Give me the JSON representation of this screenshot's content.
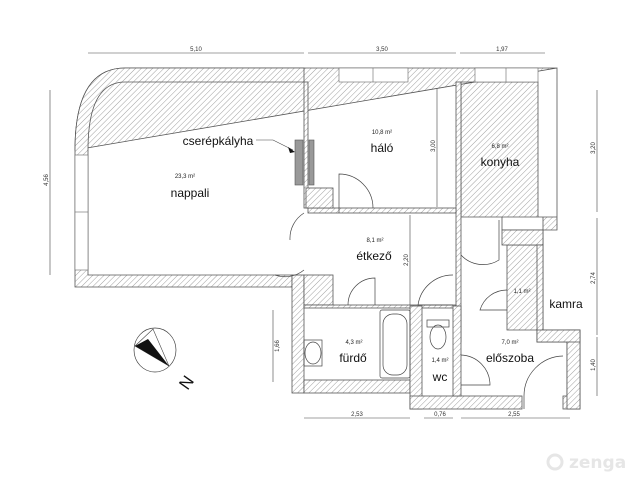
{
  "dimensions": {
    "top": [
      "5,10",
      "3,50",
      "1,97"
    ],
    "left": "4,56",
    "right": [
      "3,20",
      "2,74",
      "1,40"
    ],
    "bottom": [
      "2,53",
      "0,76",
      "2,55"
    ],
    "inner_halo_height": "3,00",
    "inner_etkezo_height": "2,20",
    "furdo_height": "1,66"
  },
  "rooms": [
    {
      "name": "nappali",
      "area": "23,3 m²"
    },
    {
      "name": "háló",
      "area": "10,8 m²"
    },
    {
      "name": "konyha",
      "area": "6,8 m²"
    },
    {
      "name": "étkező",
      "area": "8,1 m²"
    },
    {
      "name": "kamra",
      "area": "1,1 m²"
    },
    {
      "name": "fürdő",
      "area": "4,3 m²"
    },
    {
      "name": "wc",
      "area": "1,4 m²"
    },
    {
      "name": "előszoba",
      "area": "7,0 m²"
    }
  ],
  "annotations": {
    "stove": "cserépkályha",
    "north": "N"
  },
  "logo": "zenga"
}
